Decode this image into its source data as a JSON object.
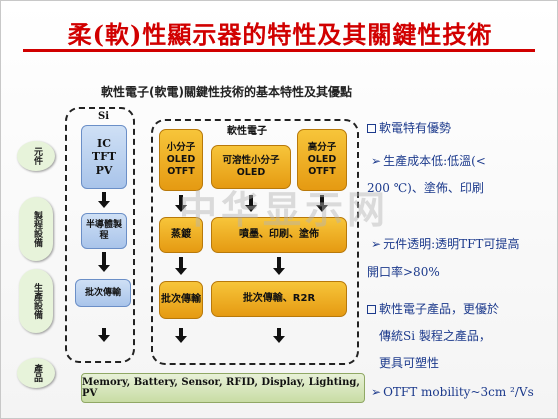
{
  "title": "柔(軟)性顯示器的特性及其關鍵性技術",
  "subtitle": "軟性電子(軟電)關鍵性技術的基本特性及其優點",
  "left_labels": [
    "元件",
    "製程設備",
    "生產設備",
    "產品"
  ],
  "si_column": {
    "header": "Si",
    "component": "IC TFT PV",
    "process": "半導體製程",
    "mass": "批次傳輸"
  },
  "organic_column": {
    "header": "軟性電子",
    "small_molecule": "小分子 OLED OTFT",
    "soluble": "可溶性小分子 OLED",
    "polymer": "高分子 OLED OTFT",
    "evaporation": "蒸鍍",
    "printing": "噴墨、印刷、塗佈",
    "batch": "批次傳輸",
    "r2r": "批次傳輸、R2R"
  },
  "products": "Memory, Battery, Sensor, RFID, Display, Lighting, PV",
  "right_panel": {
    "heading1": "軟電特有優勢",
    "item1a": "生產成本低:低溫(<",
    "item1b": "200 ℃)、塗佈、印刷",
    "item2a": "元件透明:透明TFT可提高",
    "item2b": "開口率>80%",
    "heading2a": "軟性電子產品，更優於",
    "heading2b": "傳統Si 製程之產品，",
    "heading2c": "更具可塑性",
    "item3": "OTFT mobility~3cm ²/Vs"
  },
  "watermark": "中华显示网",
  "colors": {
    "title": "#d10000",
    "right_text": "#1c3a8c",
    "gold": "#f2b228",
    "blue": "#b5cdee",
    "green": "#d6e6bd"
  }
}
